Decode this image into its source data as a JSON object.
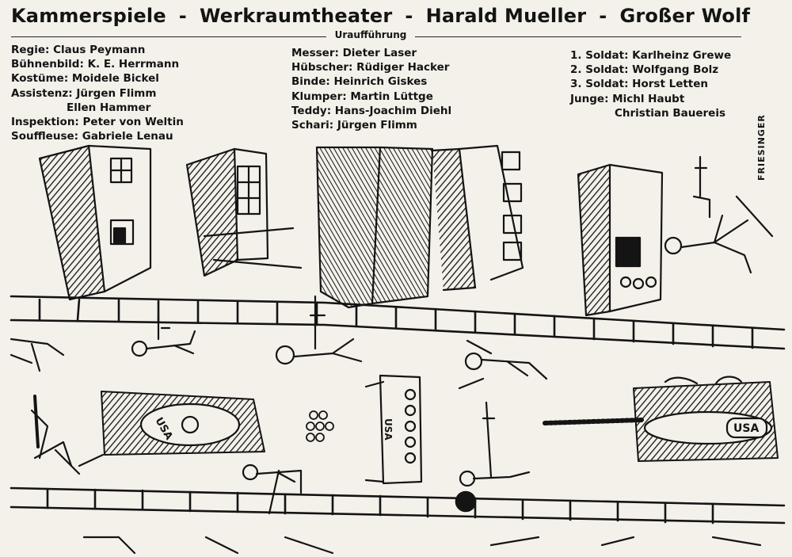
{
  "header": {
    "parts": [
      "Kammerspiele",
      "Werkraumtheater",
      "Harald Mueller",
      "Großer Wolf"
    ],
    "separator": "-",
    "subtitle": "Uraufführung"
  },
  "credits_left": [
    "Regie: Claus Peymann",
    "Bühnenbild: K. E. Herrmann",
    "Kostüme: Moidele Bickel",
    "Assistenz: Jürgen Flimm",
    "Ellen Hammer",
    "Inspektion: Peter von Weltin",
    "Souffleuse: Gabriele Lenau"
  ],
  "credits_middle": [
    "Messer: Dieter Laser",
    "Hübscher: Rüdiger Hacker",
    "Binde: Heinrich Giskes",
    "Klumper: Martin Lüttge",
    "Teddy: Hans-Joachim Diehl",
    "Schari: Jürgen Flimm"
  ],
  "credits_right": [
    "1. Soldat: Karlheinz Grewe",
    "2. Soldat: Wolfgang Bolz",
    "3. Soldat: Horst Letten",
    "Junge: Michl Haubt",
    "Christian Bauereis"
  ],
  "illustration": {
    "signature": "FRIESINGER",
    "tank_labels": [
      "USA",
      "USA",
      "USA"
    ],
    "ink_color": "#141414",
    "paper_color": "#f3f1ea"
  }
}
